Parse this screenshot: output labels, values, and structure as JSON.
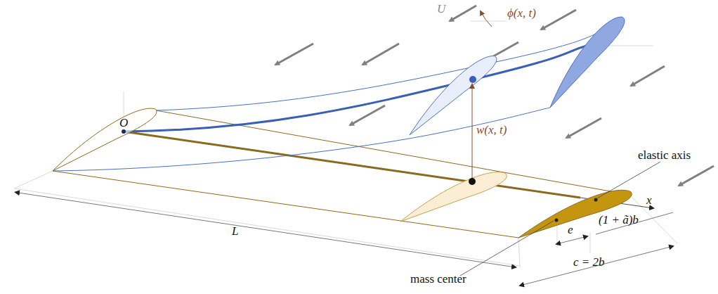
{
  "diagram": {
    "labels": [
      "U",
      "ϕ(x, t)",
      "O",
      "w(x, t)",
      "elastic axis",
      "x",
      "(1 + ã)b",
      "e",
      "c = 2b",
      "L",
      "mass center"
    ]
  }
}
